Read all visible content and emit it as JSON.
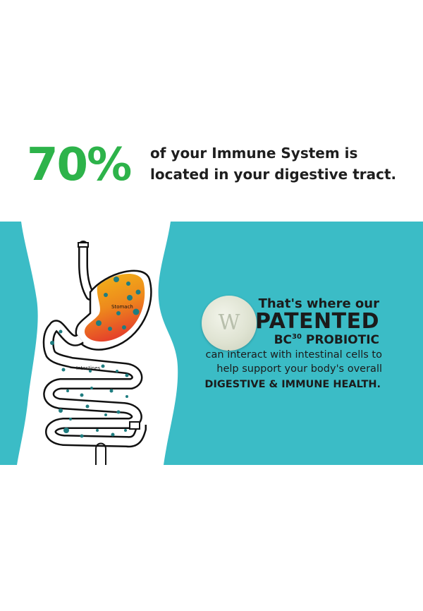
{
  "headline": {
    "percent": "70%",
    "line1": "of your Immune System is",
    "line2": "located in your digestive tract."
  },
  "diagram": {
    "stomach_label": "Stomach",
    "intestines_label": "Intestines"
  },
  "tablet": {
    "mark": "W"
  },
  "copy": {
    "line1": "That's where our",
    "line2": "PATENTED",
    "line3_prefix": "BC",
    "line3_superscript": "30",
    "line3_suffix": " PROBIOTIC",
    "line4": "can interact with intestinal cells to",
    "line5": "help support your body's overall",
    "line6": "DIGESTIVE & IMMUNE HEALTH."
  },
  "colors": {
    "accent_green": "#2db34a",
    "panel_teal": "#3bbcc6",
    "dot_teal": "#1f7d80"
  },
  "icons": [
    "stomach-icon",
    "intestines-icon",
    "probiotic-tablet-icon"
  ]
}
